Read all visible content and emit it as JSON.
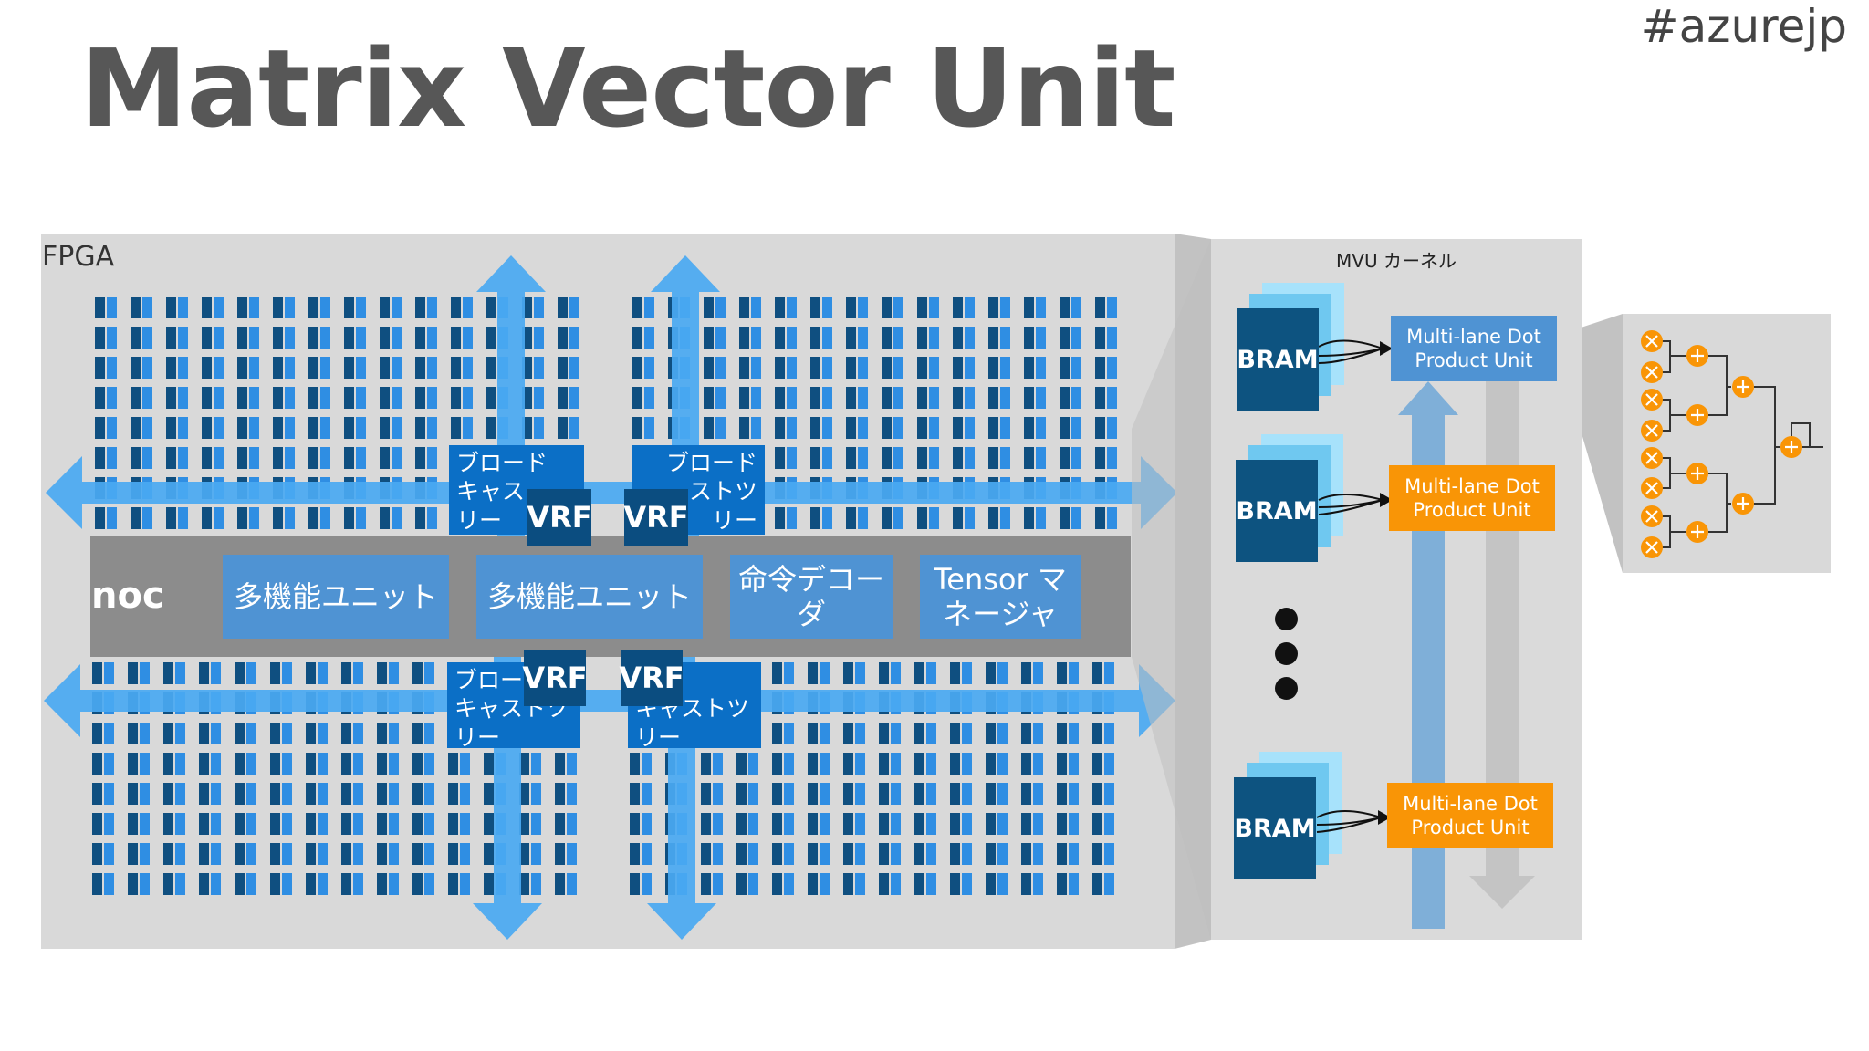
{
  "header": {
    "title": "Matrix Vector Unit",
    "hashtag": "#azurejp"
  },
  "fpga": {
    "label": "FPGA",
    "noc_label": "noc",
    "units": [
      {
        "label": "多機能ユニット"
      },
      {
        "label": "多機能ユニット"
      },
      {
        "label": "命令デコーダ"
      },
      {
        "label": "Tensor マネージャ"
      }
    ],
    "broadcast_text": [
      "ブロード\nキャス\nリー",
      "ブロード\nストツ\nリー",
      "ブロー\nキャストツ\nリー",
      "ード\nキャストツ\nリー"
    ],
    "vrf_label": "VRF"
  },
  "mvu": {
    "label": "MVU カーネル",
    "bram_label": "BRAM",
    "dot_unit_label": "Multi-lane Dot Product Unit"
  },
  "colors": {
    "tile_dark": "#0f4f80",
    "tile_light": "#2f8ee3",
    "arrow_blue": "#4aa9f2",
    "dot_unit_blue": "#4f93d3",
    "dot_unit_orange": "#f99506",
    "adder_orange": "#f99506",
    "panel_gray": "#d9d9d9"
  }
}
